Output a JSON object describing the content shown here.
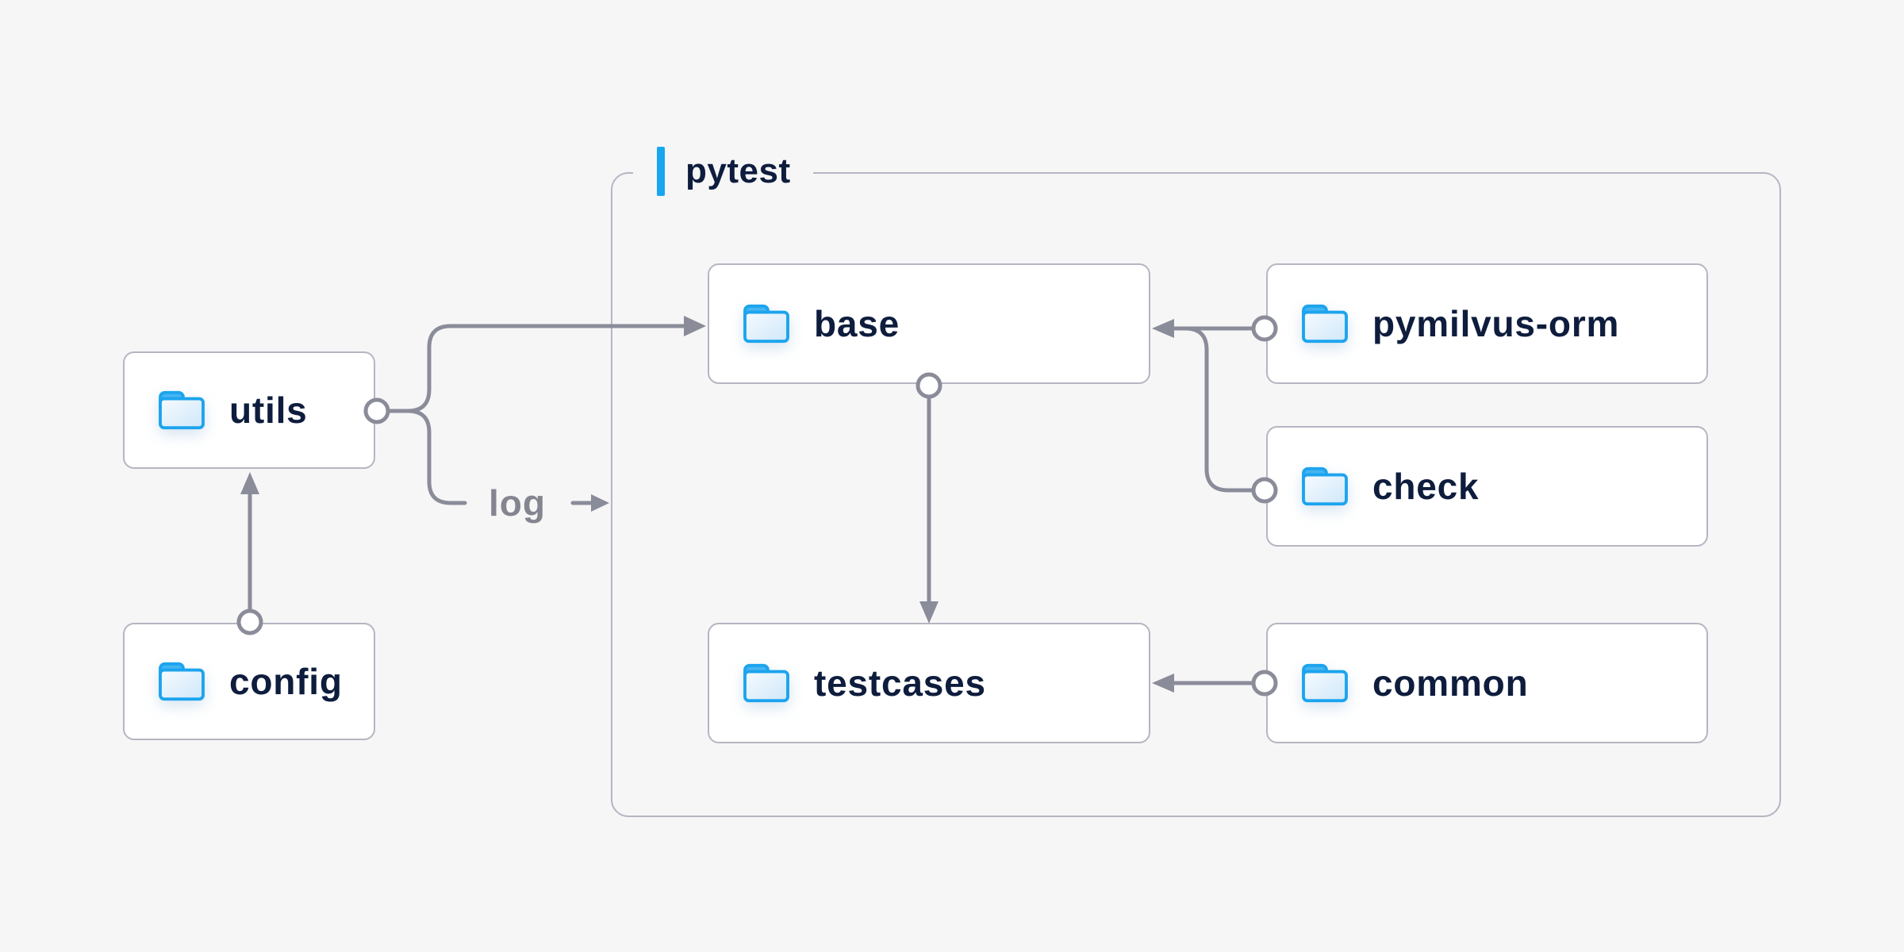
{
  "group": {
    "label": "pytest",
    "accent_color": "#18a6f0"
  },
  "nodes": {
    "utils": {
      "label": "utils",
      "icon": "folder-icon"
    },
    "config": {
      "label": "config",
      "icon": "folder-icon"
    },
    "base": {
      "label": "base",
      "icon": "folder-icon"
    },
    "pymilvus_orm": {
      "label": "pymilvus-orm",
      "icon": "folder-icon"
    },
    "check": {
      "label": "check",
      "icon": "folder-icon"
    },
    "testcases": {
      "label": "testcases",
      "icon": "folder-icon"
    },
    "common": {
      "label": "common",
      "icon": "folder-icon"
    }
  },
  "edges": {
    "log_label": "log",
    "connections": [
      {
        "from": "config",
        "to": "utils"
      },
      {
        "from": "utils",
        "to": "base"
      },
      {
        "from": "utils",
        "to": "pytest-group",
        "label": "log"
      },
      {
        "from": "pymilvus-orm",
        "to": "base"
      },
      {
        "from": "check",
        "to": "base"
      },
      {
        "from": "base",
        "to": "testcases"
      },
      {
        "from": "common",
        "to": "testcases"
      }
    ]
  },
  "colors": {
    "background": "#f6f6f7",
    "node_background": "#ffffff",
    "node_border": "#b5b6c2",
    "group_border": "#b5b6c2",
    "wire": "#8b8c99",
    "node_text": "#0e1d3d",
    "edge_label_text": "#84858f",
    "accent_blue": "#18a6f0",
    "folder_stroke": "#1ca4ee",
    "folder_tab": "#45b4f0",
    "folder_body_light": "#f7fbff",
    "folder_body_dark": "#cfe7f9"
  }
}
